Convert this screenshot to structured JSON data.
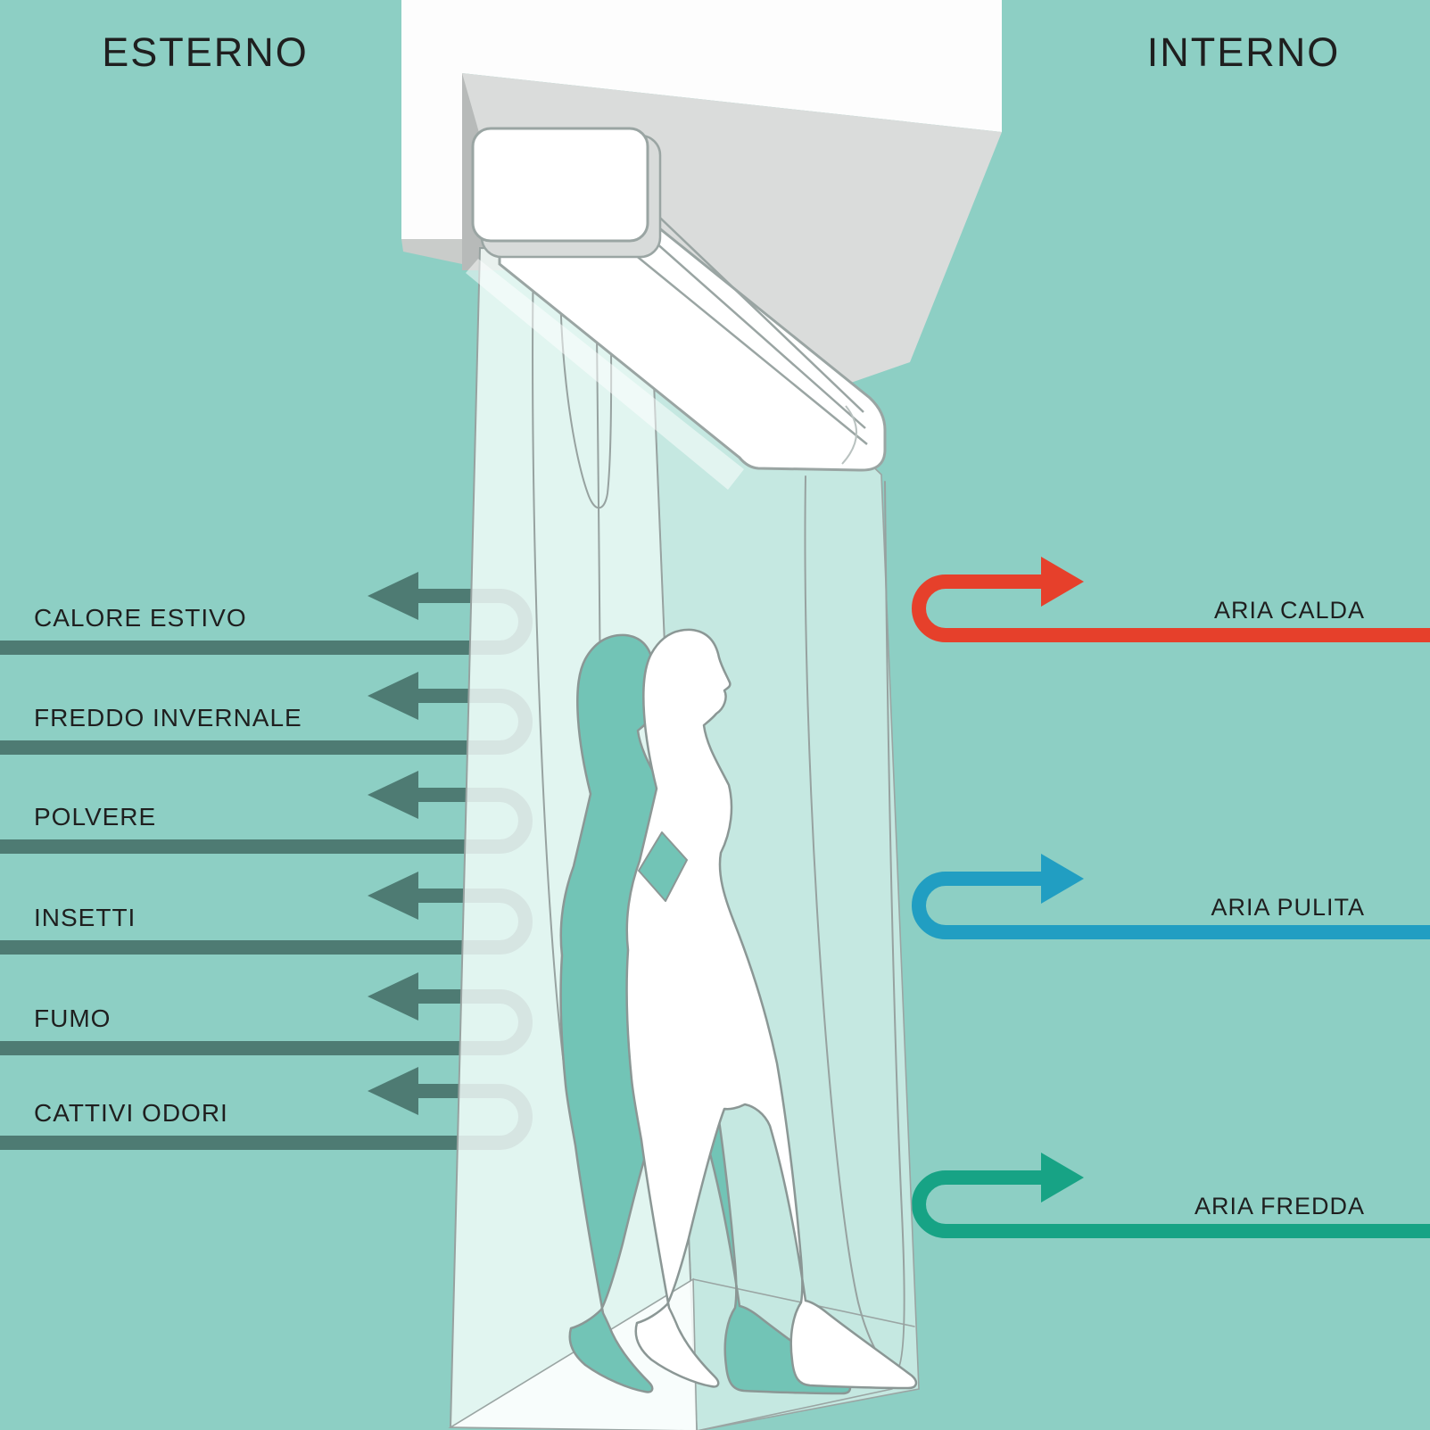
{
  "scene": {
    "left_header": "ESTERNO",
    "right_header": "INTERNO"
  },
  "colors": {
    "background": "#8dcfc4",
    "blocked_arrow": "#4e7b73",
    "hot_air": "#e6402b",
    "clean_air": "#219ec2",
    "cold_air": "#17a385",
    "label_text": "#1f1f1f"
  },
  "left_arrows": {
    "items": [
      {
        "label": "CALORE ESTIVO"
      },
      {
        "label": "FREDDO INVERNALE"
      },
      {
        "label": "POLVERE"
      },
      {
        "label": "INSETTI"
      },
      {
        "label": "FUMO"
      },
      {
        "label": "CATTIVI ODORI"
      }
    ]
  },
  "right_arrows": {
    "items": [
      {
        "label": "ARIA CALDA",
        "color": "#e6402b"
      },
      {
        "label": "ARIA PULITA",
        "color": "#219ec2"
      },
      {
        "label": "ARIA FREDDA",
        "color": "#17a385"
      }
    ]
  }
}
